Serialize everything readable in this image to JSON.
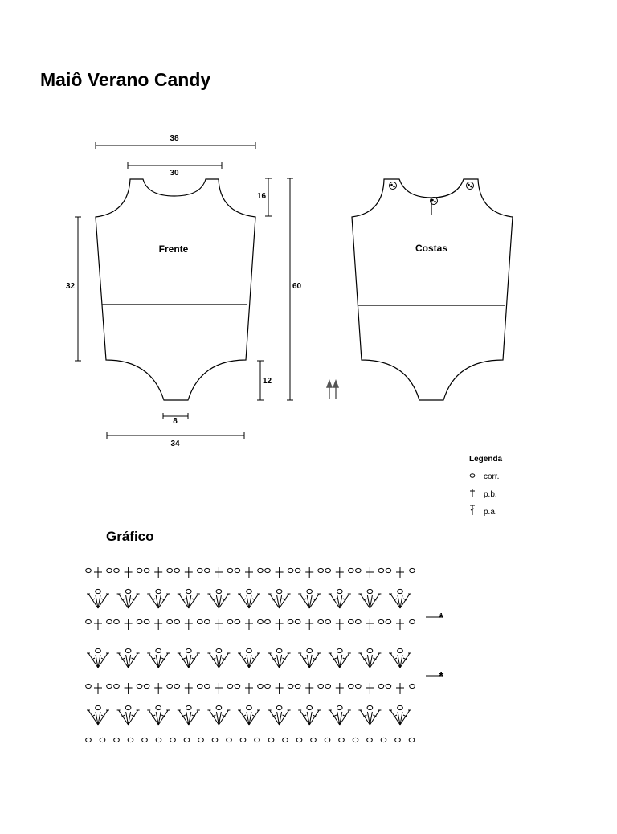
{
  "title": "Maiô Verano Candy",
  "dimensions": {
    "top_width": "38",
    "neck_width": "30",
    "shoulder_height": "16",
    "side_length": "32",
    "total_length": "60",
    "leg_height": "12",
    "crotch_width": "8",
    "bottom_width": "34"
  },
  "pieces": {
    "front": "Frente",
    "back": "Costas"
  },
  "legend": {
    "title": "Legenda",
    "items": [
      {
        "icon": "chain-stitch-icon",
        "label": "corr."
      },
      {
        "icon": "single-crochet-icon",
        "label": "p.b."
      },
      {
        "icon": "double-crochet-icon",
        "label": "p.a."
      }
    ]
  },
  "chart": {
    "title": "Gráfico",
    "repeat_marker": "*"
  }
}
